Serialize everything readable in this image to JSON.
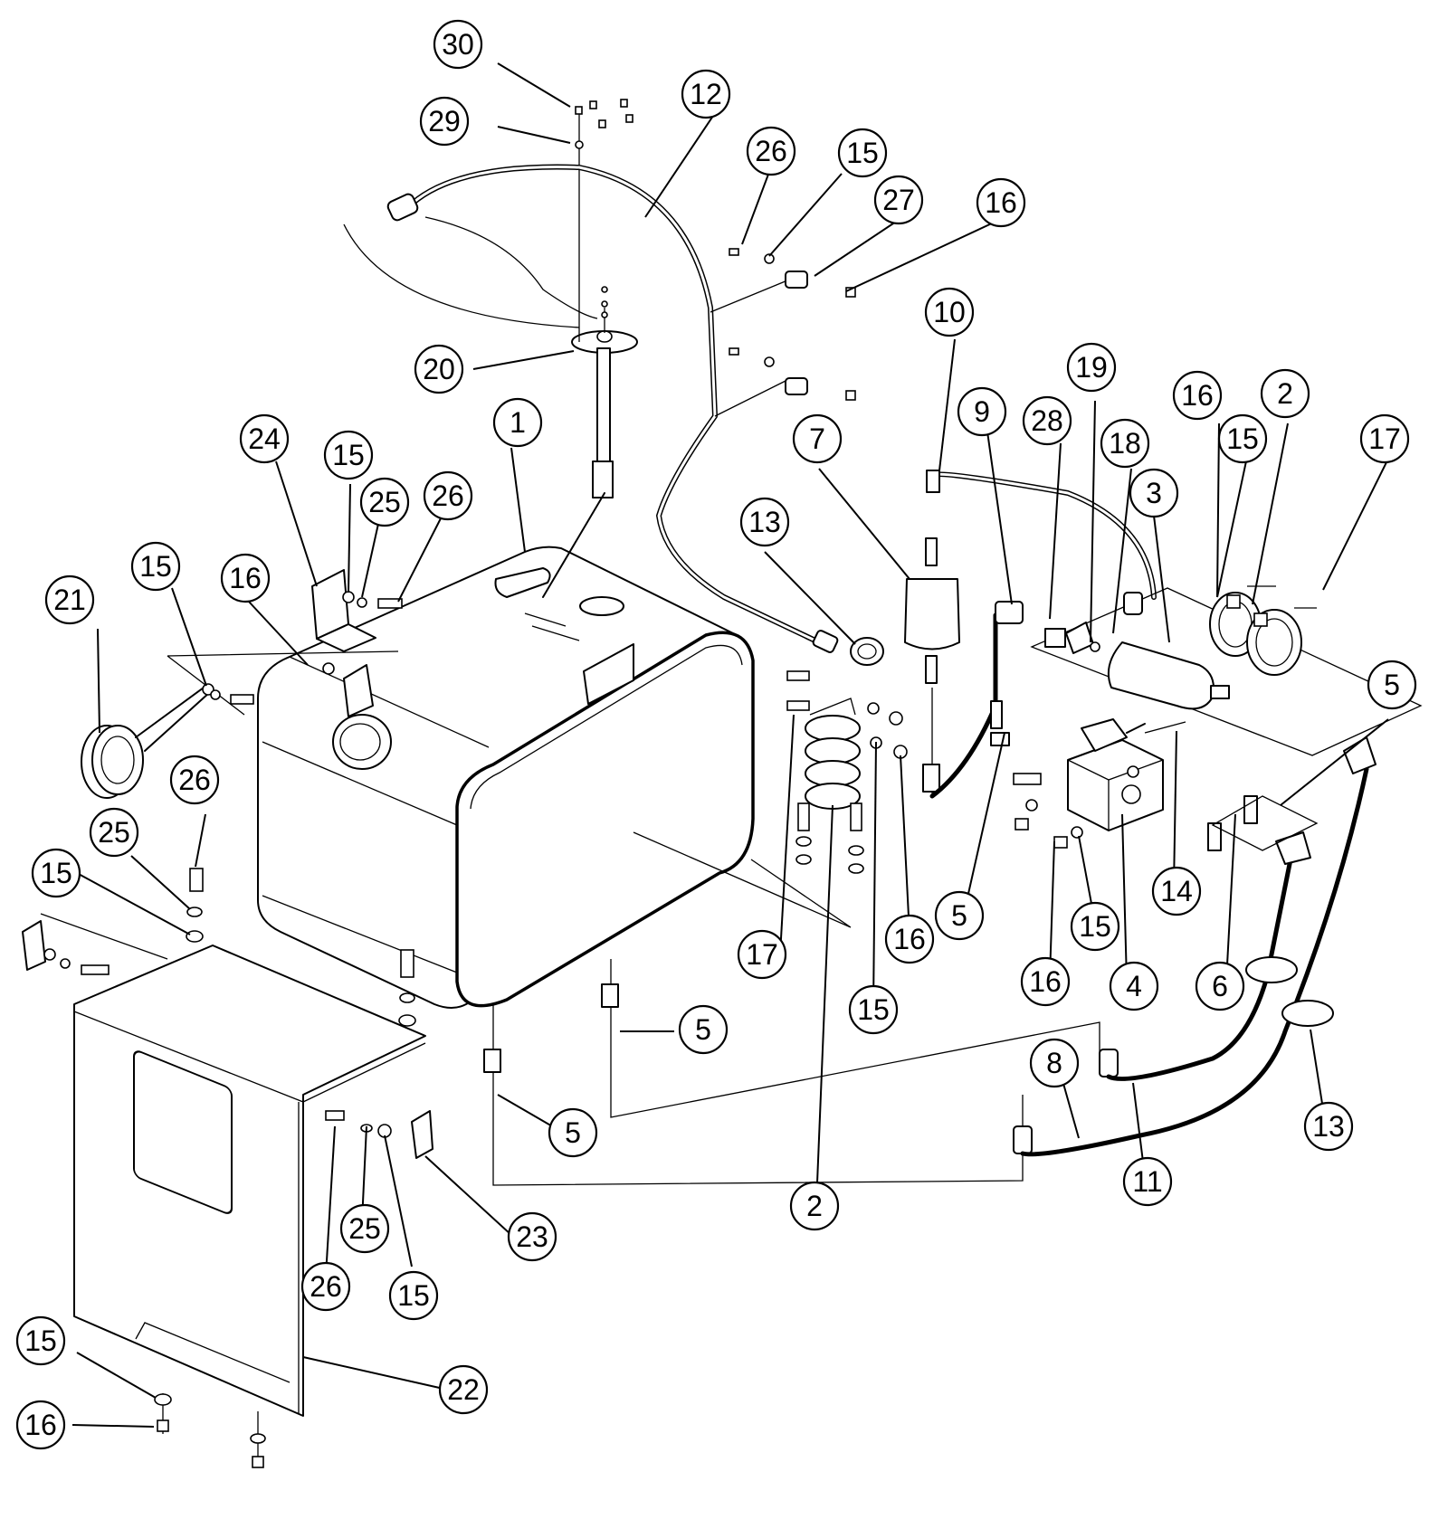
{
  "callouts": [
    {
      "label": "30"
    },
    {
      "label": "29"
    },
    {
      "label": "12"
    },
    {
      "label": "26"
    },
    {
      "label": "15"
    },
    {
      "label": "27"
    },
    {
      "label": "16"
    },
    {
      "label": "20"
    },
    {
      "label": "10"
    },
    {
      "label": "19"
    },
    {
      "label": "9"
    },
    {
      "label": "28"
    },
    {
      "label": "16"
    },
    {
      "label": "2"
    },
    {
      "label": "18"
    },
    {
      "label": "15"
    },
    {
      "label": "17"
    },
    {
      "label": "7"
    },
    {
      "label": "1"
    },
    {
      "label": "24"
    },
    {
      "label": "15"
    },
    {
      "label": "25"
    },
    {
      "label": "26"
    },
    {
      "label": "16"
    },
    {
      "label": "13"
    },
    {
      "label": "3"
    },
    {
      "label": "21"
    },
    {
      "label": "15"
    },
    {
      "label": "5"
    },
    {
      "label": "26"
    },
    {
      "label": "25"
    },
    {
      "label": "15"
    },
    {
      "label": "17"
    },
    {
      "label": "5"
    },
    {
      "label": "14"
    },
    {
      "label": "16"
    },
    {
      "label": "15"
    },
    {
      "label": "16"
    },
    {
      "label": "4"
    },
    {
      "label": "6"
    },
    {
      "label": "15"
    },
    {
      "label": "5"
    },
    {
      "label": "8"
    },
    {
      "label": "13"
    },
    {
      "label": "5"
    },
    {
      "label": "11"
    },
    {
      "label": "23"
    },
    {
      "label": "2"
    },
    {
      "label": "25"
    },
    {
      "label": "26"
    },
    {
      "label": "15"
    },
    {
      "label": "15"
    },
    {
      "label": "22"
    },
    {
      "label": "16"
    }
  ]
}
